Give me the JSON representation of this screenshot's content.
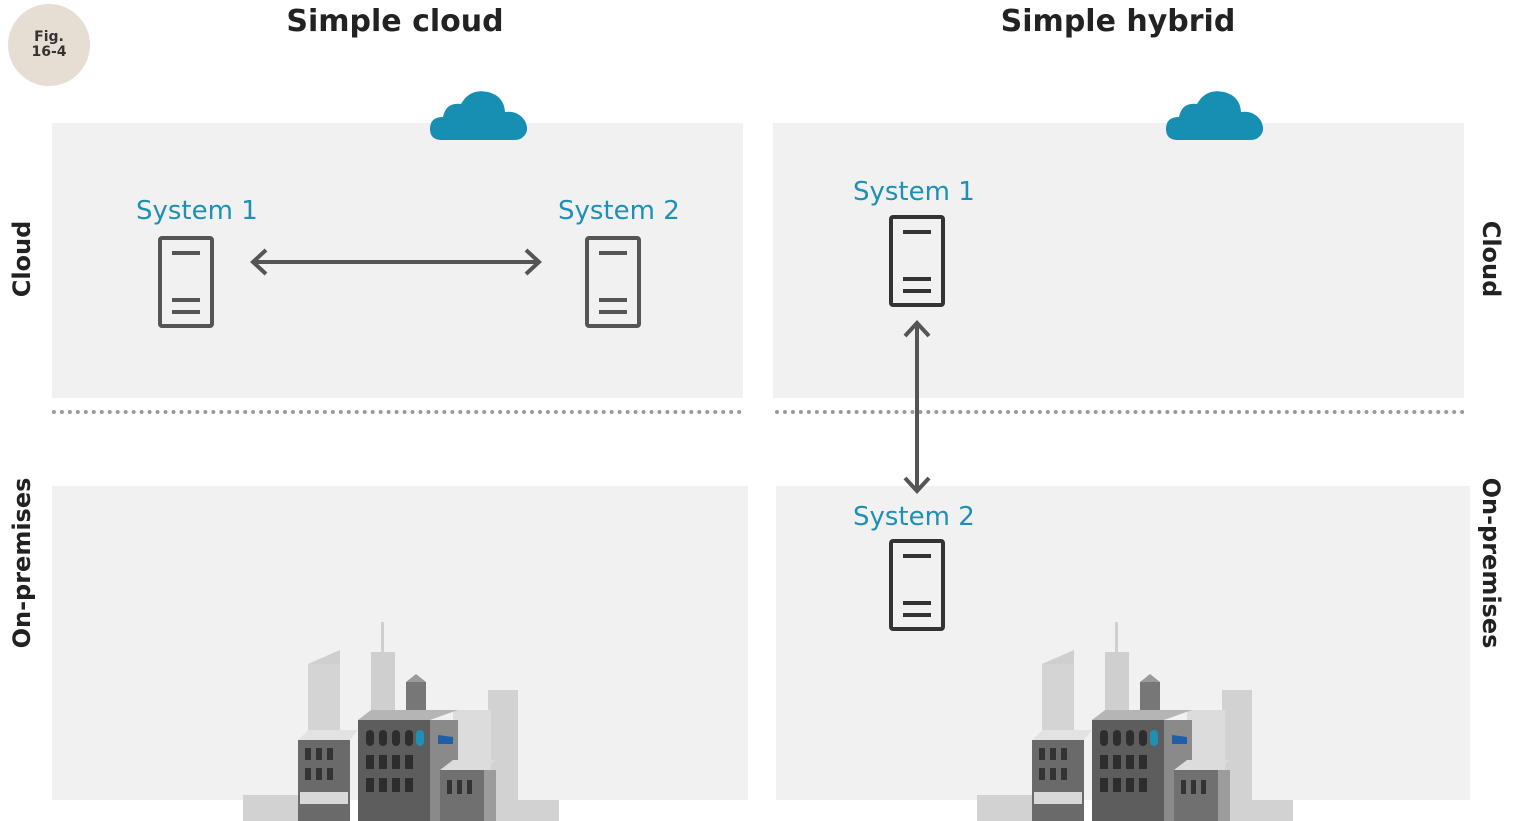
{
  "figure": {
    "badge_line1": "Fig.",
    "badge_line2": "16-4"
  },
  "left": {
    "title": "Simple cloud",
    "zone_cloud": "Cloud",
    "zone_onprem": "On-premises",
    "system1": "System 1",
    "system2": "System 2"
  },
  "right": {
    "title": "Simple hybrid",
    "zone_cloud": "Cloud",
    "zone_onprem": "On-premises",
    "system1": "System 1",
    "system2": "System 2"
  },
  "colors": {
    "accent": "#1e8fb5",
    "cloud": "#168fb3",
    "panel": "#f1f1f1",
    "icon": "#555555",
    "arrow": "#555555"
  },
  "icons": [
    "cloud-icon",
    "server-icon",
    "building-icon",
    "bidirectional-arrow"
  ]
}
